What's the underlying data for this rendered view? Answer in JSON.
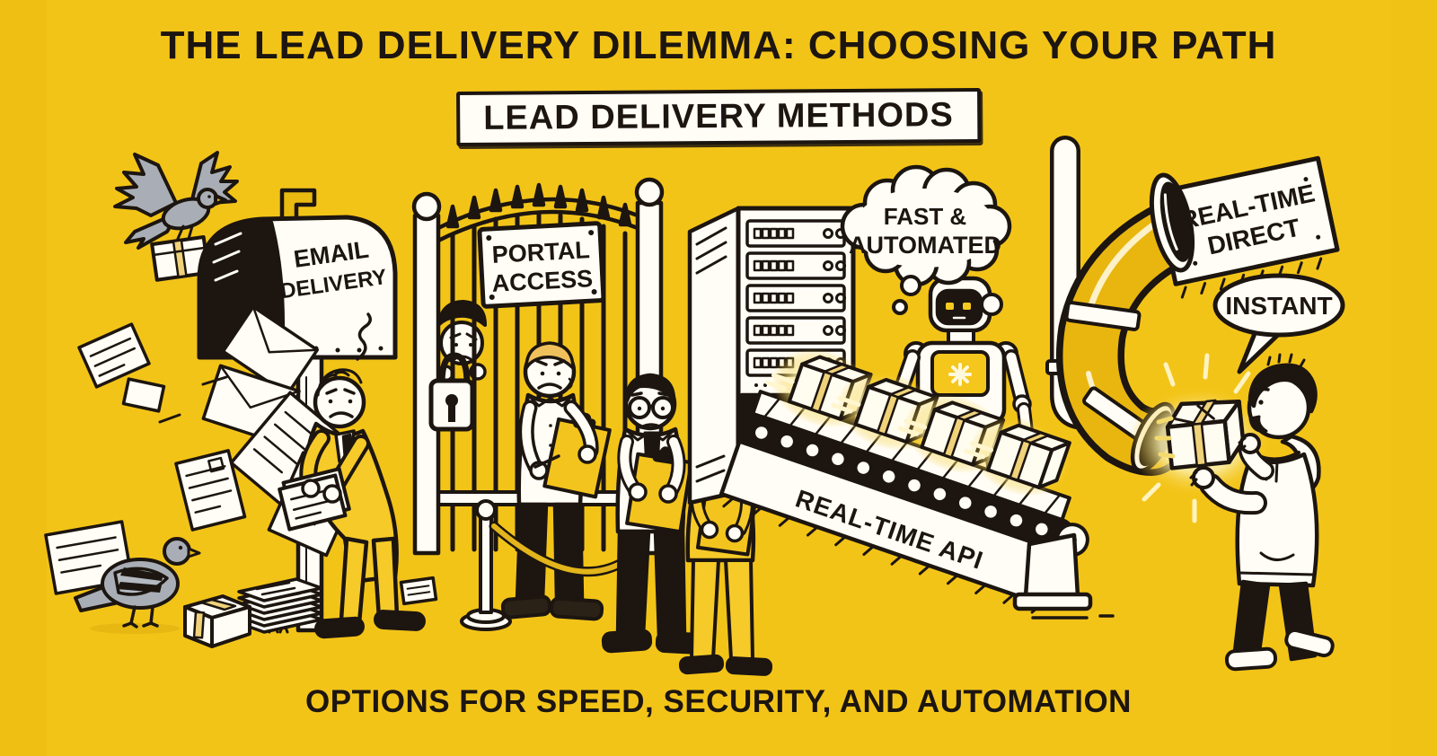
{
  "header": {
    "title": "THE LEAD DELIVERY DILEMMA: CHOOSING YOUR PATH",
    "banner": "LEAD DELIVERY METHODS"
  },
  "footer": {
    "caption": "OPTIONS FOR SPEED, SECURITY, AND AUTOMATION"
  },
  "labels": {
    "email": {
      "line1": "EMAIL",
      "line2": "DELIVERY"
    },
    "portal": {
      "line1": "PORTAL",
      "line2": "ACCESS"
    },
    "api": {
      "belt": "REAL-TIME API",
      "thought_line1": "FAST &",
      "thought_line2": "AUTOMATED"
    },
    "direct": {
      "line1": "REAL-TIME",
      "line2": "DIRECT",
      "speech": "INSTANT"
    }
  },
  "colors": {
    "background": "#F3C418",
    "ink": "#1C1510",
    "paper_white": "#FFFDF6",
    "suit_yellow": "#F6CA28",
    "clipboard_yellow": "#F3C41D",
    "pigeon_gray": "#A9AEB6",
    "tube_amber": "#E9B60F",
    "glow": "#FFF6CE"
  }
}
